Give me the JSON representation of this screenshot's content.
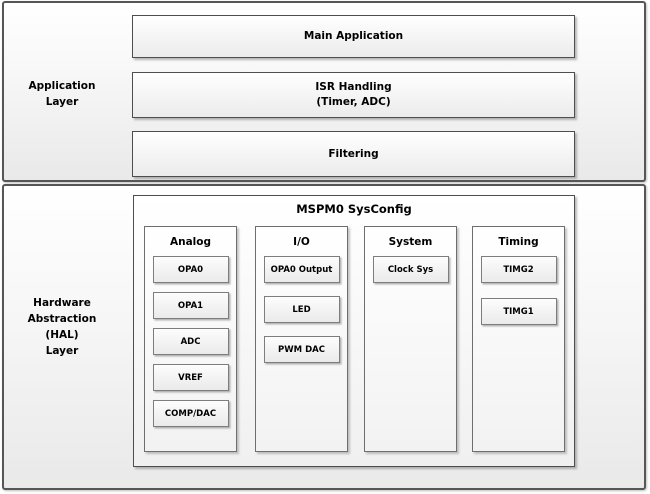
{
  "diagram": {
    "application_layer": {
      "label_lines": [
        "Application",
        "Layer"
      ],
      "boxes": [
        {
          "lines": [
            "Main Application"
          ]
        },
        {
          "lines": [
            "ISR Handling",
            "(Timer, ADC)"
          ]
        },
        {
          "lines": [
            "Filtering"
          ]
        }
      ]
    },
    "hal_layer": {
      "label_lines": [
        "Hardware",
        "Abstraction",
        "(HAL)",
        "Layer"
      ],
      "sysconfig": {
        "title": "MSPM0 SysConfig",
        "columns": [
          {
            "title": "Analog",
            "items": [
              "OPA0",
              "OPA1",
              "ADC",
              "VREF",
              "COMP/DAC"
            ]
          },
          {
            "title": "I/O",
            "items": [
              "OPA0 Output",
              "LED",
              "PWM DAC"
            ]
          },
          {
            "title": "System",
            "items": [
              "Clock Sys"
            ]
          },
          {
            "title": "Timing",
            "items": [
              "TIMG2",
              "TIMG1"
            ]
          }
        ]
      }
    },
    "colors": {
      "section_border": "#565656",
      "box_border": "#4e4e4e",
      "column_border": "#6e6e6e",
      "chip_border": "#7d7d7d",
      "fill_top": "#ffffff",
      "fill_bottom": "#e9e9e9",
      "text": "#000000"
    }
  }
}
